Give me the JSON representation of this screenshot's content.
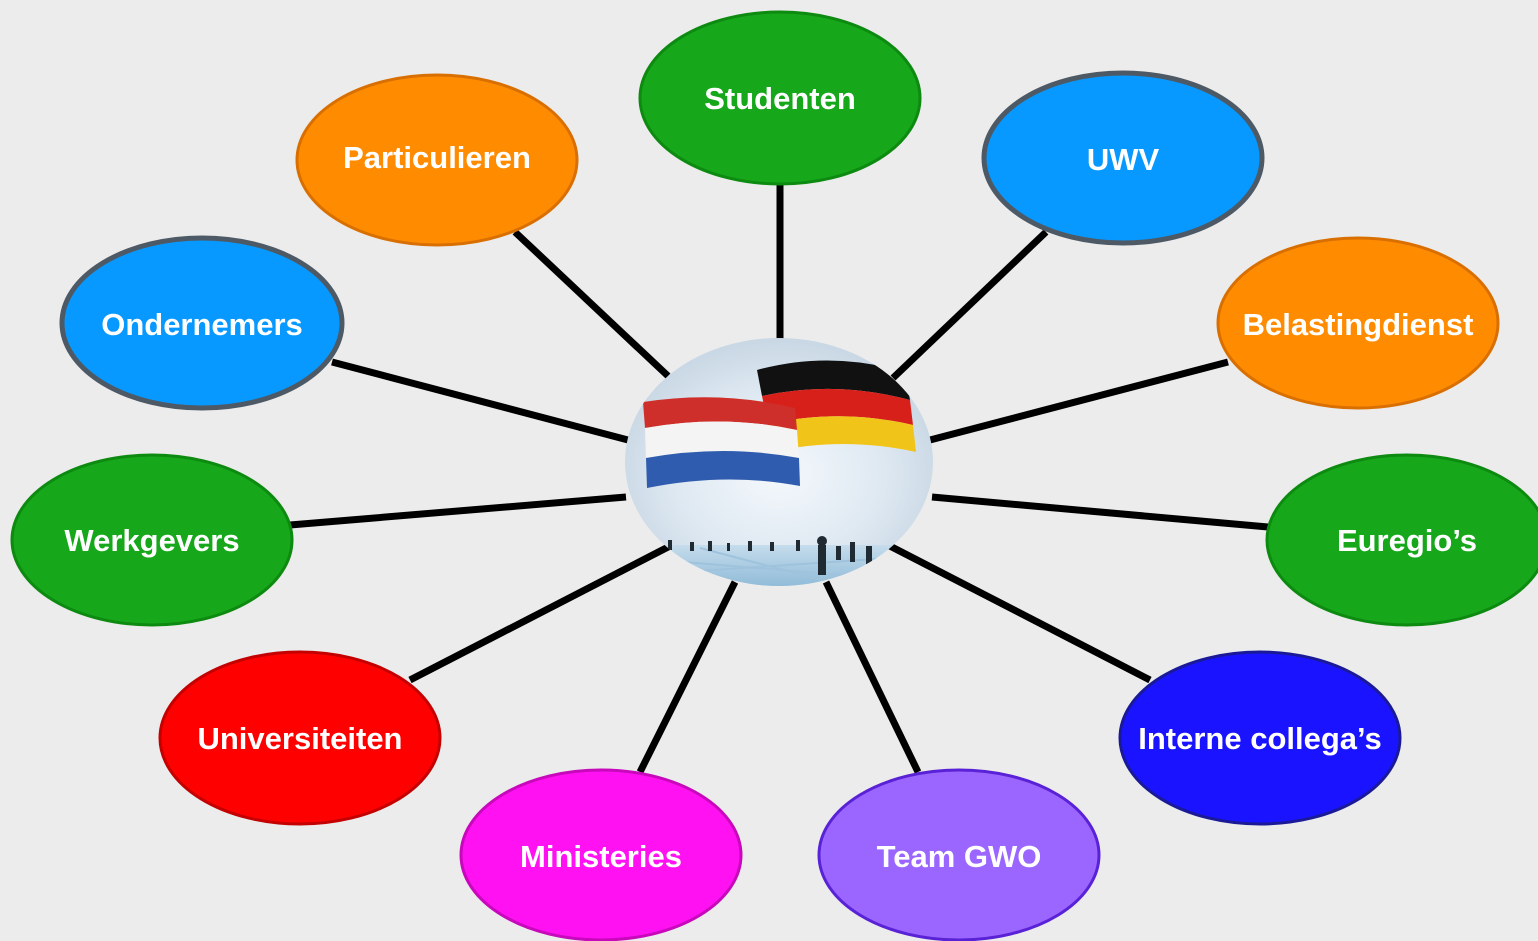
{
  "diagram": {
    "center": {
      "icon": "netherlands-germany-flags-with-people-icon",
      "flags": [
        {
          "name": "netherlands",
          "colors": [
            "#cf2f2a",
            "#f4f4f4",
            "#2f5cae"
          ]
        },
        {
          "name": "germany",
          "colors": [
            "#111111",
            "#d8201a",
            "#f0c419"
          ]
        }
      ]
    },
    "nodes": [
      {
        "id": "studenten",
        "label": "Studenten",
        "fill": "#16a71a",
        "stroke": "#0d8a10"
      },
      {
        "id": "particulieren",
        "label": "Particulieren",
        "fill": "#ff8c00",
        "stroke": "#d96f00"
      },
      {
        "id": "uwv",
        "label": "UWV",
        "fill": "#0799ff",
        "stroke": "#4d5a66"
      },
      {
        "id": "ondernemers",
        "label": "Ondernemers",
        "fill": "#0799ff",
        "stroke": "#4d5a66"
      },
      {
        "id": "belastingdienst",
        "label": "Belastingdienst",
        "fill": "#ff8c00",
        "stroke": "#d96f00"
      },
      {
        "id": "werkgevers",
        "label": "Werkgevers",
        "fill": "#16a71a",
        "stroke": "#0d8a10"
      },
      {
        "id": "euregios",
        "label": "Euregio’s",
        "fill": "#16a71a",
        "stroke": "#0d8a10"
      },
      {
        "id": "universiteiten",
        "label": "Universiteiten",
        "fill": "#ff0000",
        "stroke": "#c40000"
      },
      {
        "id": "interne-collegas",
        "label": "Interne collega’s",
        "fill": "#1a13ff",
        "stroke": "#1a1a99"
      },
      {
        "id": "ministeries",
        "label": "Ministeries",
        "fill": "#ff11f2",
        "stroke": "#c808bb"
      },
      {
        "id": "team-gwo",
        "label": "Team GWO",
        "fill": "#9a66ff",
        "stroke": "#5a22d6"
      }
    ],
    "connector_color": "#000000"
  }
}
